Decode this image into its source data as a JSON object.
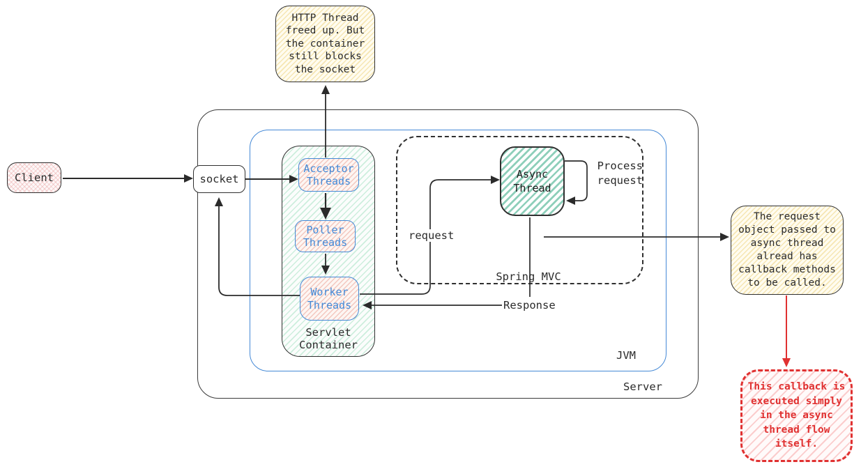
{
  "title": "Async servlet request flow diagram",
  "colors": {
    "stroke": "#2b2b2b",
    "accent_blue": "#4589d6",
    "accent_red": "#e03131",
    "note_yellow": "#fffcf0",
    "container_green": "#cdeedd",
    "async_teal": "#8ecfba"
  },
  "nodes": {
    "client": {
      "label": "Client"
    },
    "socket": {
      "label": "socket"
    },
    "acceptor_threads": {
      "label": "Acceptor\nThreads"
    },
    "poller_threads": {
      "label": "Poller\nThreads"
    },
    "worker_threads": {
      "label": "Worker\nThreads"
    },
    "servlet_container": {
      "label": "Servlet\nContainer"
    },
    "async_thread": {
      "label": "Async\nThread"
    },
    "spring_mvc": {
      "label": "Spring MVC"
    },
    "jvm": {
      "label": "JVM"
    },
    "server": {
      "label": "Server"
    }
  },
  "edge_labels": {
    "request": {
      "label": "request"
    },
    "response": {
      "label": "Response"
    },
    "process_request": {
      "label": "Process\nrequest"
    }
  },
  "notes": {
    "http_thread_note": {
      "label": "HTTP Thread\nfreed up. But\nthe container\nstill blocks\nthe socket"
    },
    "request_object_note": {
      "label": "The request\nobject passed to\nasync thread\nalread has\ncallback methods\nto be called."
    },
    "callback_note": {
      "label": "This callback is\nexecuted simply\nin the async\nthread flow\nitself."
    }
  }
}
